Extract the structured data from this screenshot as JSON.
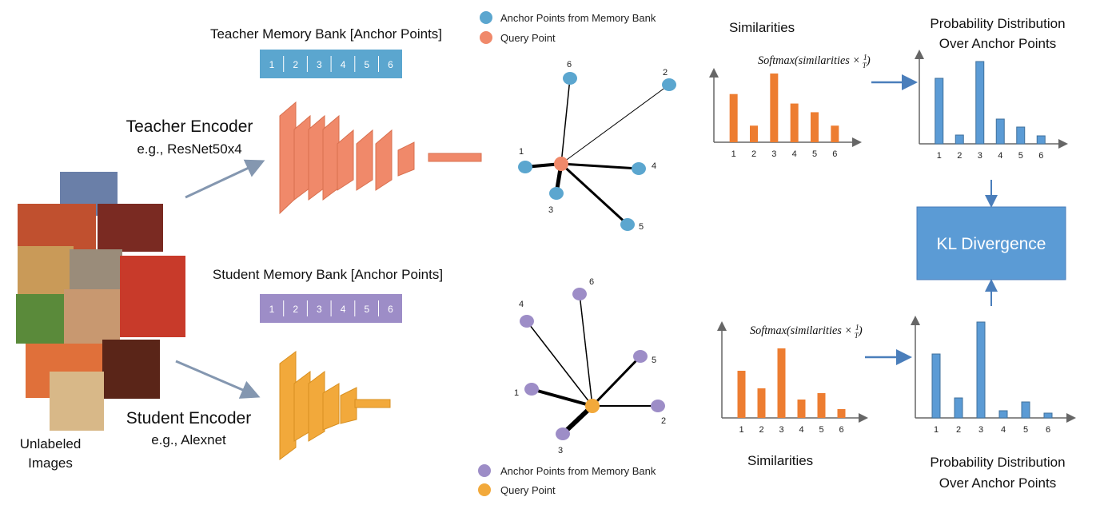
{
  "teacher": {
    "bank_title": "Teacher Memory Bank [Anchor Points]",
    "bank_slots": [
      "1",
      "2",
      "3",
      "4",
      "5",
      "6"
    ],
    "encoder_title": "Teacher Encoder",
    "encoder_example": "e.g., ResNet50x4",
    "color": "#F0896A",
    "bank_color": "#5BA6CF"
  },
  "student": {
    "bank_title": "Student Memory Bank [Anchor Points]",
    "bank_slots": [
      "1",
      "2",
      "3",
      "4",
      "5",
      "6"
    ],
    "encoder_title": "Student Encoder",
    "encoder_example": "e.g., Alexnet",
    "color": "#F2A93B",
    "bank_color": "#9D8DC7"
  },
  "images_label": [
    "Unlabeled",
    "Images"
  ],
  "legend_top": {
    "anchor": "Anchor Points from Memory Bank",
    "query": "Query Point"
  },
  "legend_bottom": {
    "anchor": "Anchor Points from Memory Bank",
    "query": "Query Point"
  },
  "graph_top": {
    "labels": [
      "1",
      "2",
      "3",
      "4",
      "5",
      "6"
    ]
  },
  "graph_bottom": {
    "labels": [
      "1",
      "2",
      "3",
      "4",
      "5",
      "6"
    ]
  },
  "similarities_label": "Similarities",
  "softmax_label": "Softmax(similarities × 1/T)",
  "softmax_text": "Softmax(similarities ×",
  "softmax_frac": {
    "num": "1",
    "den": "T"
  },
  "prob_title": [
    "Probability Distribution",
    "Over Anchor Points"
  ],
  "kl_label": "KL Divergence",
  "chart_data": [
    {
      "type": "bar",
      "name_key": "teacher-similarities",
      "categories": [
        "1",
        "2",
        "3",
        "4",
        "5",
        "6"
      ],
      "values": [
        61,
        21,
        87,
        49,
        38,
        21
      ],
      "color": "#ED7D31"
    },
    {
      "type": "bar",
      "name_key": "teacher-probabilities",
      "categories": [
        "1",
        "2",
        "3",
        "4",
        "5",
        "6"
      ],
      "values": [
        82,
        11,
        103,
        31,
        21,
        10
      ],
      "color": "#5B9BD5"
    },
    {
      "type": "bar",
      "name_key": "student-similarities",
      "categories": [
        "1",
        "2",
        "3",
        "4",
        "5",
        "6"
      ],
      "values": [
        59,
        37,
        87,
        23,
        31,
        11
      ],
      "color": "#ED7D31"
    },
    {
      "type": "bar",
      "name_key": "student-probabilities",
      "categories": [
        "1",
        "2",
        "3",
        "4",
        "5",
        "6"
      ],
      "values": [
        80,
        25,
        120,
        9,
        20,
        6
      ],
      "color": "#5B9BD5"
    }
  ]
}
